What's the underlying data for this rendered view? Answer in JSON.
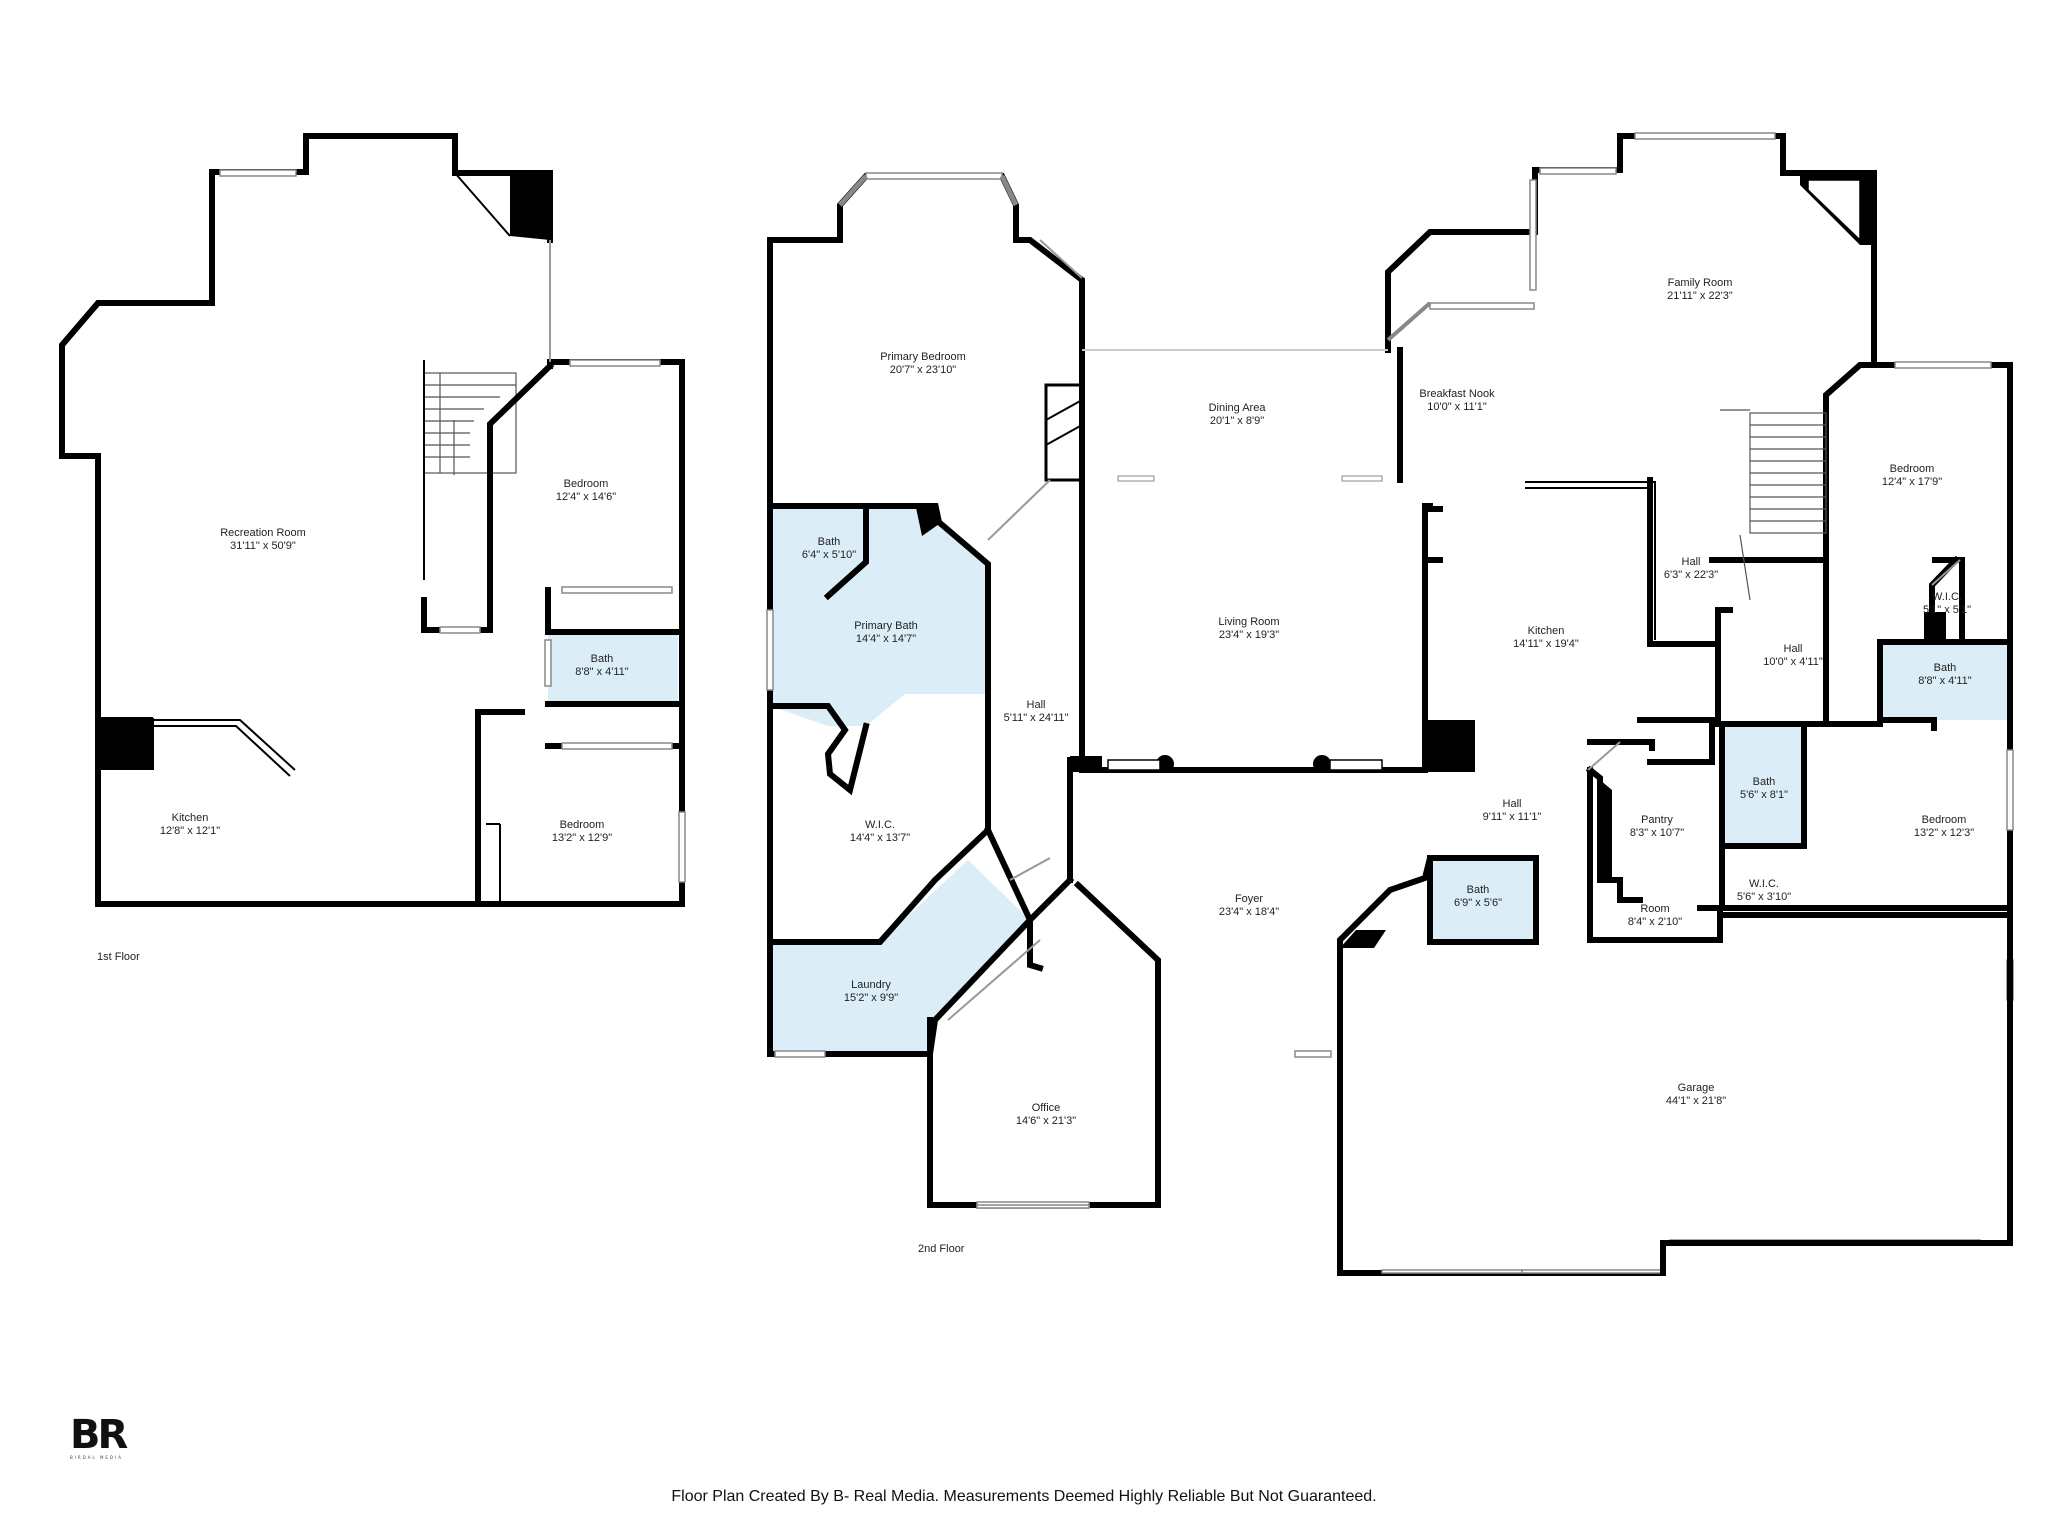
{
  "floors": [
    {
      "label": "1st Floor",
      "rooms": [
        {
          "name": "Recreation Room",
          "size": "31'11\" x 50'9\""
        },
        {
          "name": "Bedroom",
          "size": "12'4\" x 14'6\""
        },
        {
          "name": "Bath",
          "size": "8'8\" x 4'11\""
        },
        {
          "name": "Kitchen",
          "size": "12'8\" x 12'1\""
        },
        {
          "name": "Bedroom",
          "size": "13'2\" x 12'9\""
        }
      ]
    },
    {
      "label": "2nd Floor",
      "rooms": [
        {
          "name": "Primary Bedroom",
          "size": "20'7\" x 23'10\""
        },
        {
          "name": "Bath",
          "size": "6'4\" x 5'10\""
        },
        {
          "name": "Primary Bath",
          "size": "14'4\" x 14'7\""
        },
        {
          "name": "W.I.C.",
          "size": "14'4\" x 13'7\""
        },
        {
          "name": "Laundry",
          "size": "15'2\" x 9'9\""
        },
        {
          "name": "Hall",
          "size": "5'11\" x 24'11\""
        },
        {
          "name": "Office",
          "size": "14'6\" x 21'3\""
        },
        {
          "name": "Dining Area",
          "size": "20'1\" x 8'9\""
        },
        {
          "name": "Living Room",
          "size": "23'4\" x 19'3\""
        },
        {
          "name": "Foyer",
          "size": "23'4\" x 18'4\""
        },
        {
          "name": "Breakfast Nook",
          "size": "10'0\" x 11'1\""
        },
        {
          "name": "Family Room",
          "size": "21'11\" x 22'3\""
        },
        {
          "name": "Kitchen",
          "size": "14'11\" x 19'4\""
        },
        {
          "name": "Hall",
          "size": "6'3\" x 22'3\""
        },
        {
          "name": "Bedroom",
          "size": "12'4\" x 17'9\""
        },
        {
          "name": "W.I.C.",
          "size": "5'1\" x 5'1\""
        },
        {
          "name": "Hall",
          "size": "10'0\" x 4'11\""
        },
        {
          "name": "Bath",
          "size": "8'8\" x 4'11\""
        },
        {
          "name": "Hall",
          "size": "9'11\" x 11'1\""
        },
        {
          "name": "Pantry",
          "size": "8'3\" x 10'7\""
        },
        {
          "name": "Bath",
          "size": "5'6\" x 8'1\""
        },
        {
          "name": "Bedroom",
          "size": "13'2\" x 12'3\""
        },
        {
          "name": "W.I.C.",
          "size": "5'6\" x 3'10\""
        },
        {
          "name": "Bath",
          "size": "6'9\" x 5'6\""
        },
        {
          "name": "Room",
          "size": "8'4\" x 2'10\""
        },
        {
          "name": "Garage",
          "size": "44'1\" x 21'8\""
        }
      ]
    }
  ],
  "logo": {
    "mark": "BR",
    "sub": "BIRDAL MEDIA"
  },
  "footer": "Floor Plan Created By B- Real Media. Measurements Deemed Highly Reliable But Not Guaranteed.",
  "colors": {
    "bath_fill": "#dbeef8",
    "wall": "#000000"
  }
}
